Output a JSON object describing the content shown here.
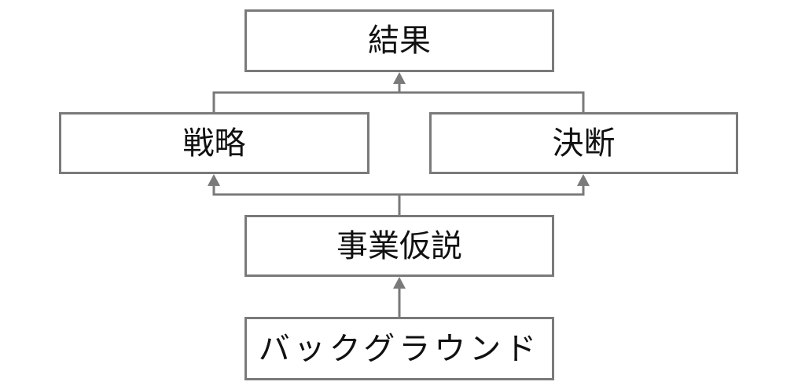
{
  "diagram": {
    "result": "結果",
    "strategy": "戦略",
    "decision": "決断",
    "hypothesis": "事業仮説",
    "background": "バックグラウンド"
  },
  "colors": {
    "border": "#7a7a7a",
    "arrow": "#7a7a7a",
    "text": "#111111",
    "background": "#ffffff"
  }
}
